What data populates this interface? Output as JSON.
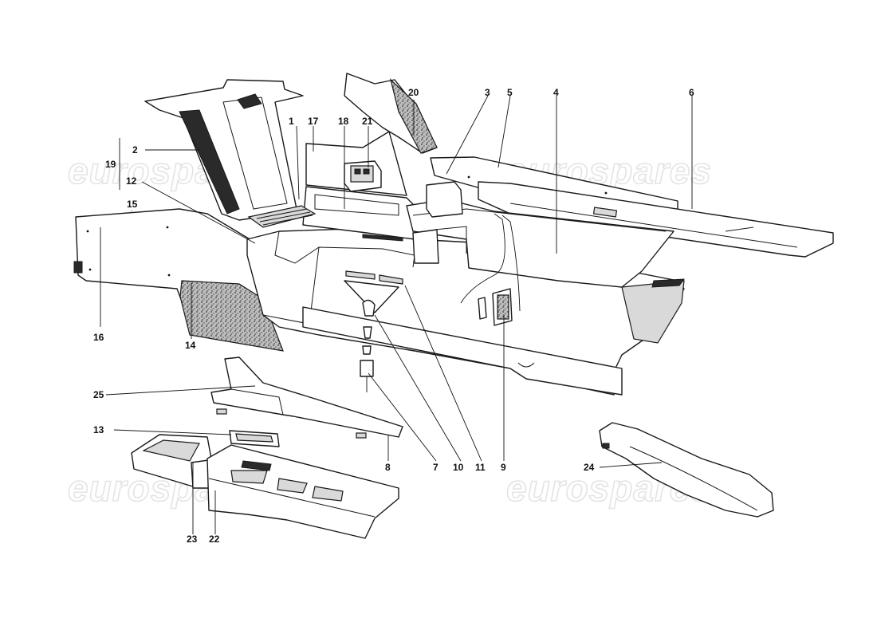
{
  "watermark": {
    "text": "eurospares"
  },
  "callouts": [
    {
      "id": "1",
      "text": "1"
    },
    {
      "id": "2",
      "text": "2"
    },
    {
      "id": "3",
      "text": "3"
    },
    {
      "id": "4",
      "text": "4"
    },
    {
      "id": "5",
      "text": "5"
    },
    {
      "id": "6",
      "text": "6"
    },
    {
      "id": "7",
      "text": "7"
    },
    {
      "id": "8",
      "text": "8"
    },
    {
      "id": "9",
      "text": "9"
    },
    {
      "id": "10",
      "text": "10"
    },
    {
      "id": "11",
      "text": "11"
    },
    {
      "id": "12",
      "text": "12"
    },
    {
      "id": "13",
      "text": "13"
    },
    {
      "id": "14",
      "text": "14"
    },
    {
      "id": "15",
      "text": "15"
    },
    {
      "id": "16",
      "text": "16"
    },
    {
      "id": "17",
      "text": "17"
    },
    {
      "id": "18",
      "text": "18"
    },
    {
      "id": "19",
      "text": "19"
    },
    {
      "id": "20",
      "text": "20"
    },
    {
      "id": "21",
      "text": "21"
    },
    {
      "id": "22",
      "text": "22"
    },
    {
      "id": "23",
      "text": "23"
    },
    {
      "id": "24",
      "text": "24"
    },
    {
      "id": "25",
      "text": "25"
    }
  ]
}
